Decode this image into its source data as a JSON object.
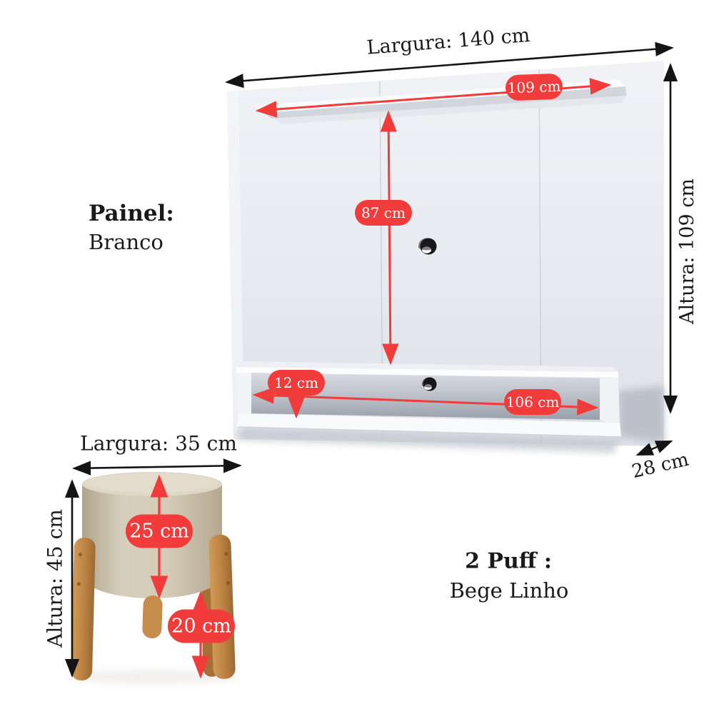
{
  "colors": {
    "accent_red": "#f23b3b",
    "arrow_black": "#141414",
    "text_black": "#1a1a1a",
    "panel_white": "#e9ecf1",
    "fabric_beige": "#cfc6b2",
    "wood_brown": "#bf8445"
  },
  "panel": {
    "label_title": "Painel:",
    "label_color": "Branco",
    "dim_width": "Largura: 140 cm",
    "dim_height": "Altura: 109 cm",
    "dim_depth": "28 cm",
    "badge_shelf_width": "109 cm",
    "badge_shelf_to_bench": "87 cm",
    "badge_niche_height": "12 cm",
    "badge_niche_width": "106 cm"
  },
  "puff": {
    "label_title": "2 Puff :",
    "label_color": "Bege Linho",
    "dim_width": "Largura: 35 cm",
    "dim_height": "Altura: 45 cm",
    "badge_seat_height": "25 cm",
    "badge_leg_height": "20 cm"
  }
}
